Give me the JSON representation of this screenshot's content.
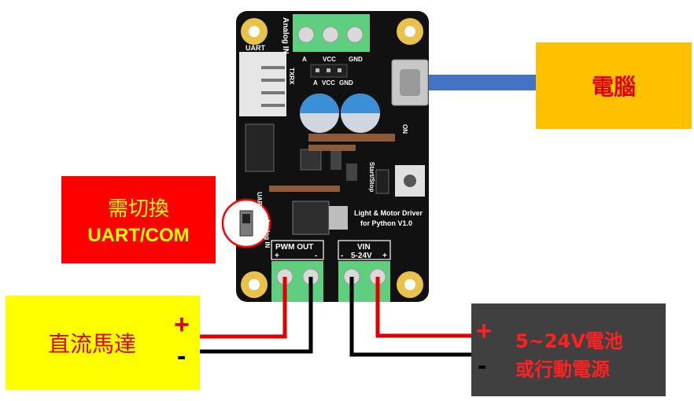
{
  "pc": {
    "label": "電腦"
  },
  "switch_note": {
    "line1": "需切換",
    "line2": "UART/COM"
  },
  "motor": {
    "label": "直流馬達",
    "plus": "+",
    "minus": "-"
  },
  "power": {
    "plus": "+",
    "minus": "-",
    "line1": "5~24V電池",
    "line2": "或行動電源"
  },
  "board": {
    "name_line1": "Light & Motor Driver",
    "name_line2": "for Python V1.0",
    "analog_in": "Analog IN",
    "uart": "UART",
    "txrx": "TXRX",
    "pin_a": "A",
    "pin_vcc": "VCC",
    "pin_gnd": "GND",
    "pwm_out": "PWM OUT",
    "pwm_plus": "+",
    "pwm_minus": "-",
    "vin": "VIN",
    "vin_range": "5-24V",
    "vin_minus": "-",
    "vin_plus": "+",
    "on": "ON",
    "start_stop": "Start/Stop",
    "uart_com": "UART/COM",
    "analog_in_bottom": "Analog IN"
  },
  "colors": {
    "board": "#111111",
    "terminal": "#5fce7e",
    "pad": "#e8c24a",
    "usb_cable": "#4472c4",
    "wire_red": "#e00000",
    "wire_black": "#000000"
  }
}
